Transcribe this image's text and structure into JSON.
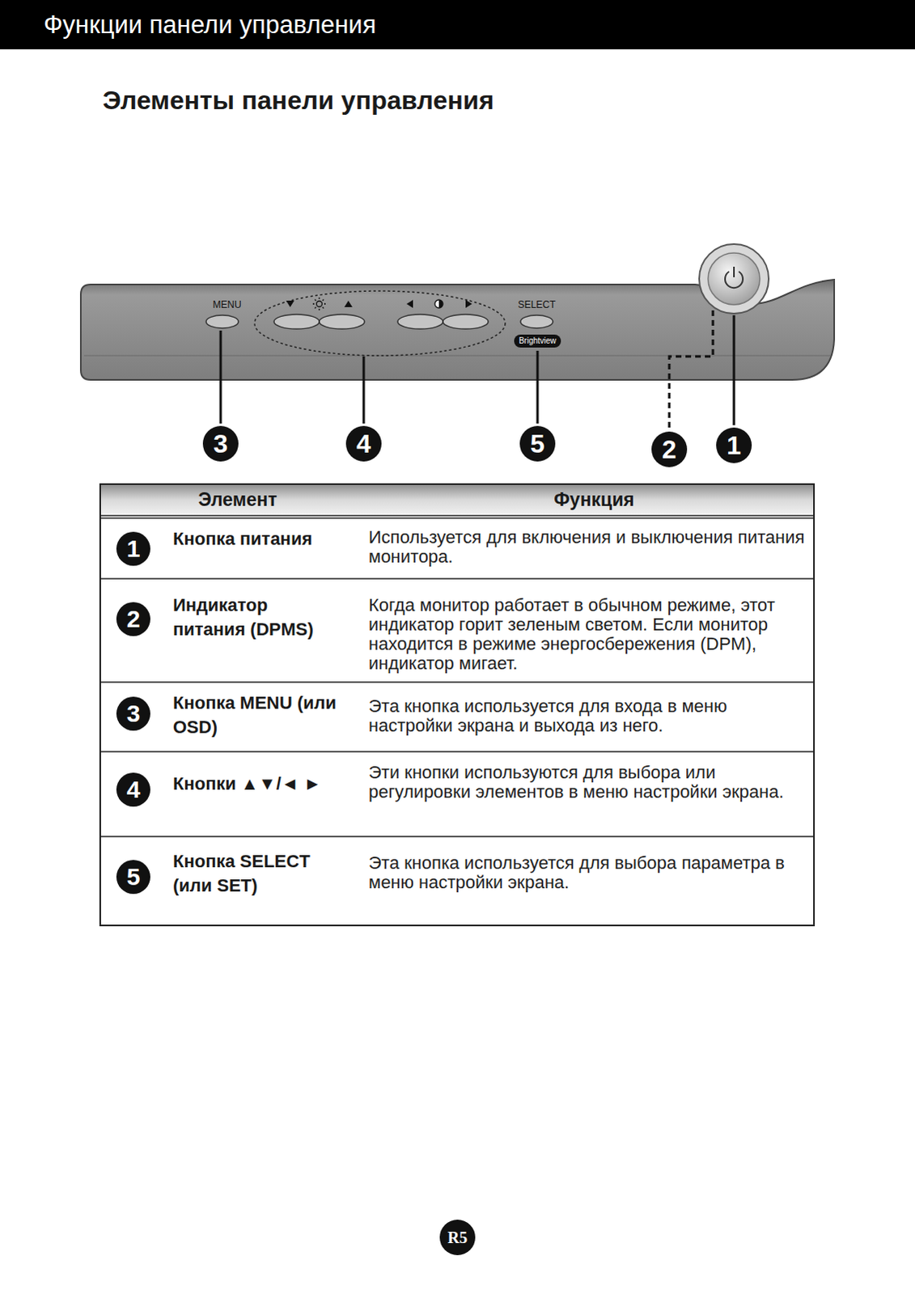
{
  "diagram": {
    "title": "Элементы панели управления",
    "nodes": [
      {
        "text": [
          "Функции панели управления"
        ]
      },
      {
        "text": [
          "Brightview"
        ]
      },
      {
        "text": [
          "R5"
        ]
      }
    ],
    "labels": [
      "MENU",
      "SELECT",
      "3",
      "4",
      "5",
      "2",
      "1",
      "Элемент",
      "Функция",
      "1",
      "Кнопка питания",
      "Используется для включения и выключения питания монитора.",
      "2",
      "Индикатор питания (DPMS)",
      "Когда монитор работает в обычном режиме, этот индикатор горит зеленым светом. Если монитор находится в режиме энергосбережения (DPM), индикатор мигает.",
      "3",
      "Кнопка MENU (или OSD)",
      "Эта кнопка используется для входа в меню настройки экрана и выхода из него.",
      "4",
      "Кнопки ▲▼/◄ ►",
      "Эти кнопки используются для выбора или регулировки элементов в меню настройки экрана.",
      "5",
      "Кнопка SELECT (или SET)",
      "Эта кнопка используется для выбора параметра в меню настройки экрана."
    ]
  }
}
